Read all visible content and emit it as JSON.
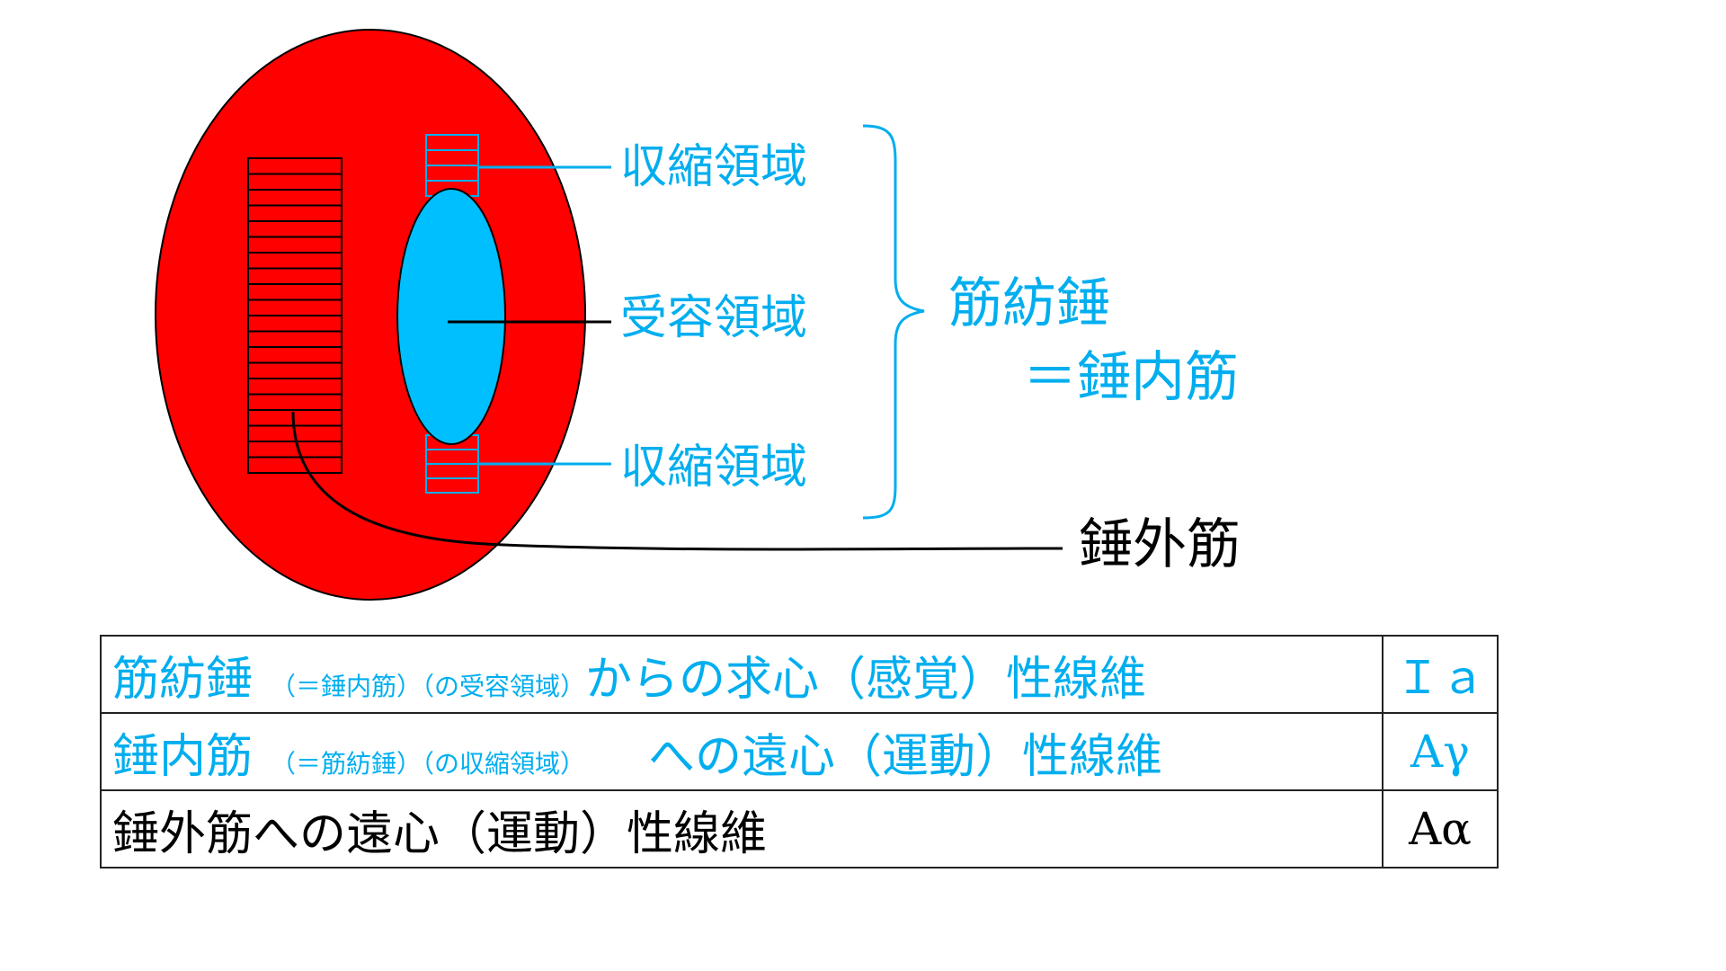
{
  "colors": {
    "muscle": "#FF0000",
    "spindle": "#00BFFF",
    "label_blue": "#00AEEF",
    "line_black": "#000000"
  },
  "labels": {
    "contractile_top": "収縮領域",
    "receptor": "受容領域",
    "contractile_bottom": "収縮領域",
    "spindle_title": "筋紡錘",
    "spindle_equiv": "＝錘内筋",
    "extrafusal": "錘外筋"
  },
  "table": {
    "rows": [
      {
        "main": "筋紡錘",
        "note1": "（＝錘内筋）",
        "note2": "（の受容領域）",
        "desc": "からの求心（感覚）性線維",
        "code": "Ｉａ",
        "color": "blue"
      },
      {
        "main": "錘内筋",
        "note1": "（＝筋紡錘）",
        "note2": "（の収縮領域）",
        "desc": "への遠心（運動）性線維",
        "code": "Aγ",
        "color": "blue"
      },
      {
        "main": "錘外筋への遠心（運動）性線維",
        "code": "Aα",
        "color": "black"
      }
    ]
  }
}
